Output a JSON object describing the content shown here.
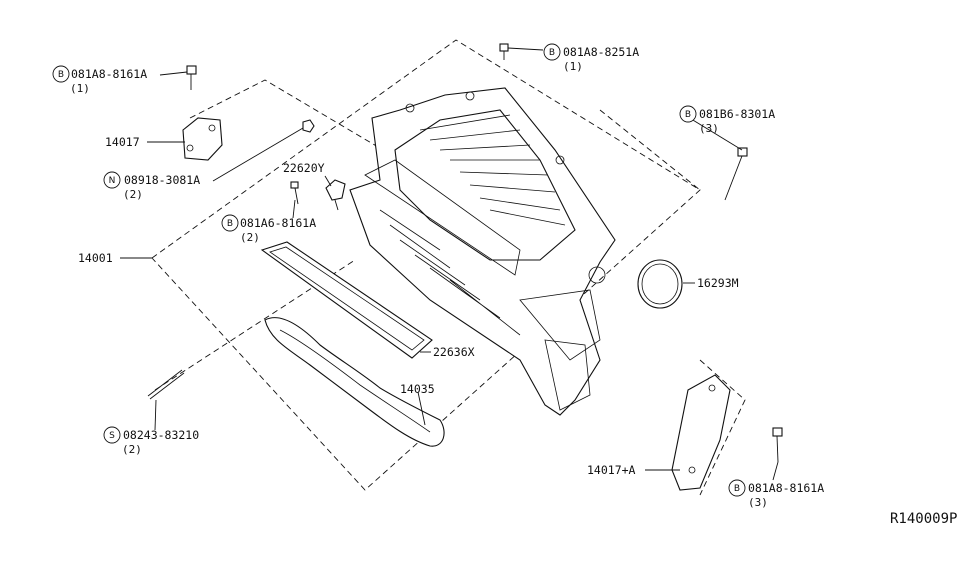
{
  "reference_code": "R140009P",
  "callouts": [
    {
      "id": "bolt-top-left",
      "badge": "B",
      "part": "081A8-8161A",
      "qty": "(1)"
    },
    {
      "id": "bolt-top",
      "badge": "B",
      "part": "081A8-8251A",
      "qty": "(1)"
    },
    {
      "id": "bolt-right",
      "badge": "B",
      "part": "081B6-8301A",
      "qty": "(3)"
    },
    {
      "id": "bracket-left",
      "badge": "",
      "part": "14017",
      "qty": ""
    },
    {
      "id": "nut",
      "badge": "N",
      "part": "08918-3081A",
      "qty": "(2)"
    },
    {
      "id": "sensor",
      "badge": "",
      "part": "22620Y",
      "qty": ""
    },
    {
      "id": "bolt-sensor",
      "badge": "B",
      "part": "081A6-8161A",
      "qty": "(2)"
    },
    {
      "id": "manifold",
      "badge": "",
      "part": "14001",
      "qty": ""
    },
    {
      "id": "gasket-throttle",
      "badge": "",
      "part": "16293M",
      "qty": ""
    },
    {
      "id": "gasket-plenum",
      "badge": "",
      "part": "22636X",
      "qty": ""
    },
    {
      "id": "gasket-intake",
      "badge": "",
      "part": "14035",
      "qty": ""
    },
    {
      "id": "stud",
      "badge": "S",
      "part": "08243-83210",
      "qty": "(2)"
    },
    {
      "id": "bracket-right",
      "badge": "",
      "part": "14017+A",
      "qty": ""
    },
    {
      "id": "bolt-bottom-right",
      "badge": "B",
      "part": "081A8-8161A",
      "qty": "(3)"
    }
  ]
}
